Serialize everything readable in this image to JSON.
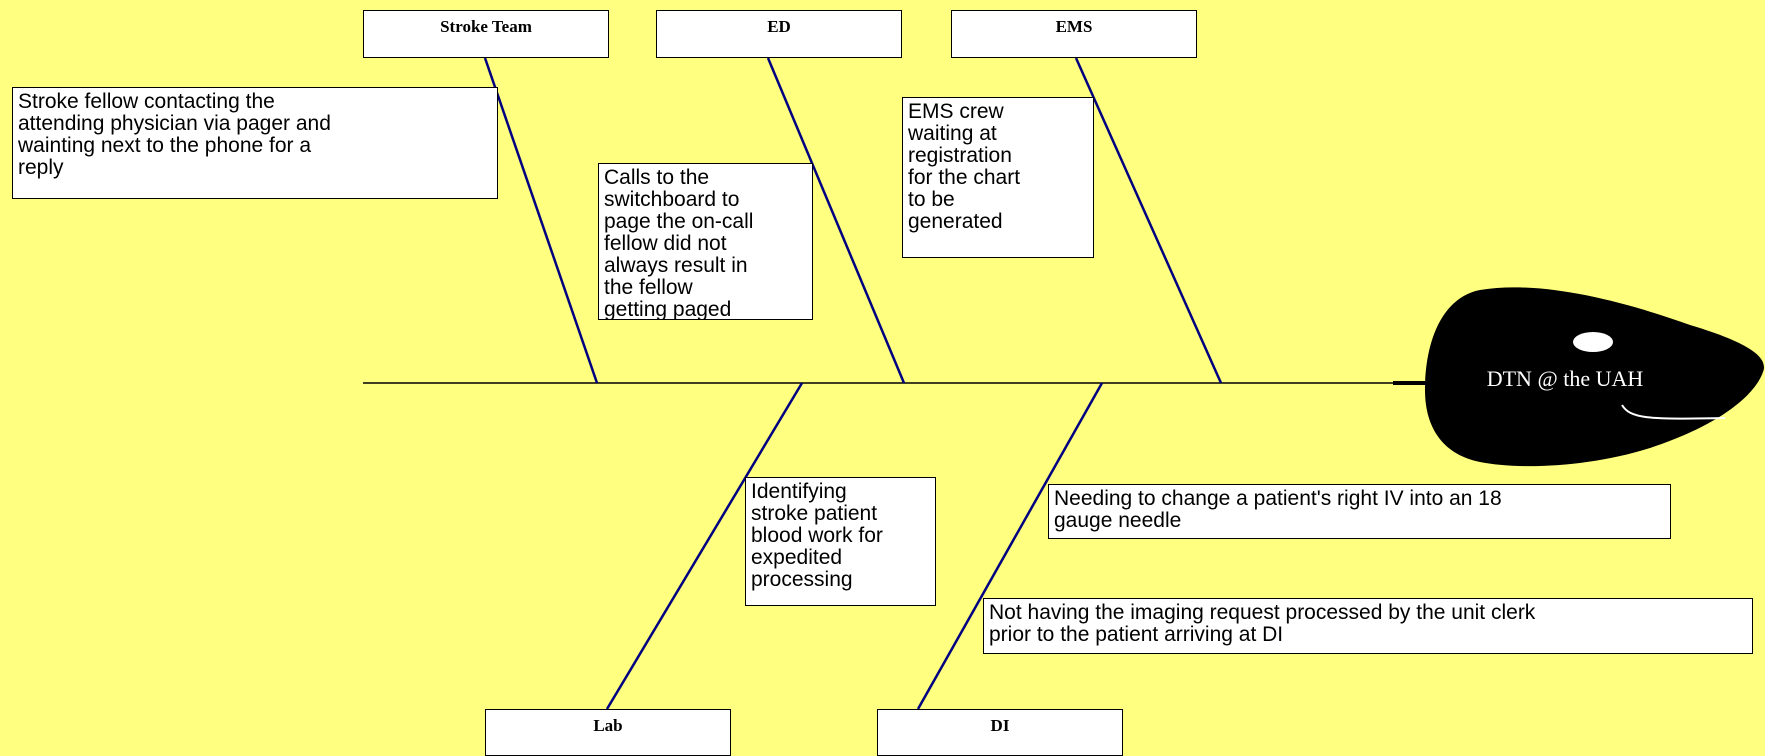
{
  "categories": {
    "stroke_team": "Stroke Team",
    "ed": "ED",
    "ems": "EMS",
    "lab": "Lab",
    "di": "DI"
  },
  "effect": "DTN @ the UAH",
  "causes": {
    "stroke_fellow": "Stroke fellow contacting the\nattending physician via pager and\nwainting next to the phone for a\nreply",
    "switchboard": "Calls to the\nswitchboard to\npage the on-call\nfellow did not\nalways result in\nthe fellow\ngetting paged",
    "ems_crew": "EMS crew\nwaiting at\nregistration\nfor the chart\nto be\ngenerated",
    "blood_work": "Identifying\nstroke patient\nblood work for\nexpedited\nprocessing",
    "iv_change": "Needing to change a patient's right IV into an 18\ngauge needle",
    "imaging": "Not having the imaging request processed by the unit clerk\nprior to the patient arriving at DI"
  },
  "colors": {
    "background": "#FFFF80",
    "bone_line": "#000080",
    "spine_line": "#000000",
    "fish_head": "#000000"
  }
}
